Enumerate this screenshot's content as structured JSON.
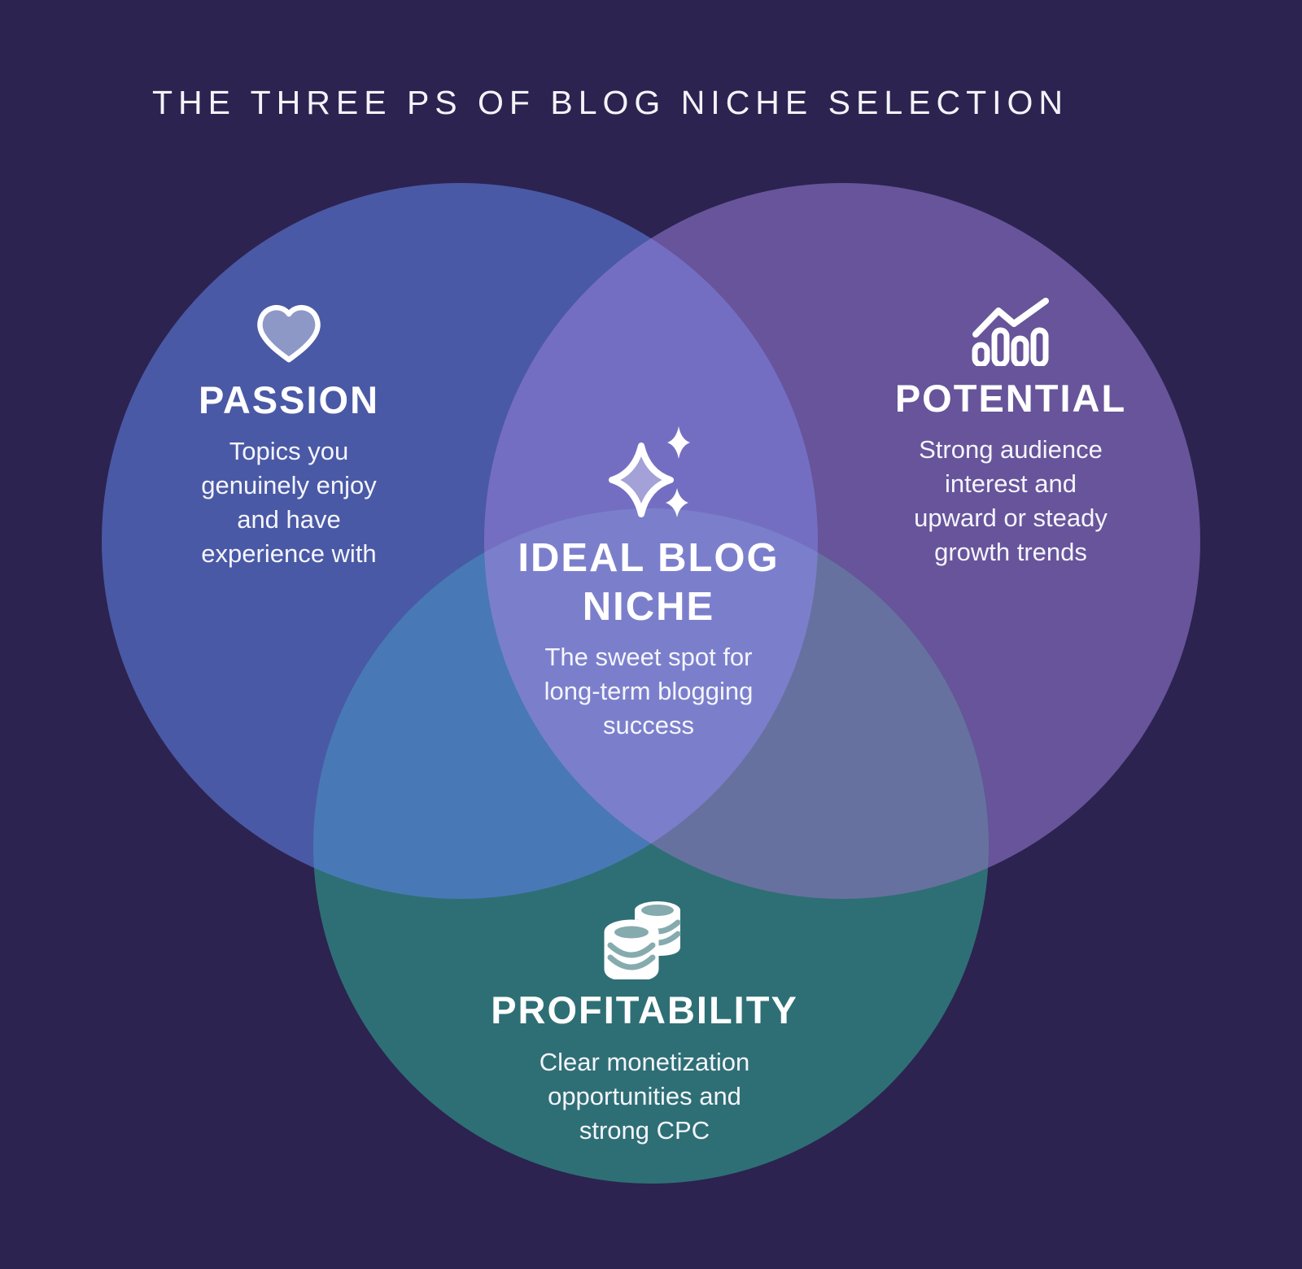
{
  "title": "THE THREE PS OF BLOG NICHE SELECTION",
  "colors": {
    "background": "#2C2350",
    "passion": "#4A59A5",
    "potential": "#67549A",
    "profitability": "#2E6F75",
    "passion_potential_overlap": "#746EC3",
    "passion_profitability_overlap": "#4879B6",
    "potential_profitability_overlap": "#67719F",
    "center_overlap": "#7B7FCB",
    "text": "#FFFFFF",
    "icon_accent_teal": "#86ABAE"
  },
  "circles": [
    {
      "id": "passion",
      "label": "PASSION",
      "description": "Topics you\ngenuinely enjoy\nand have\nexperience with",
      "icon": "heart-icon"
    },
    {
      "id": "potential",
      "label": "POTENTIAL",
      "description": "Strong audience\ninterest and\nupward or steady\ngrowth trends",
      "icon": "bar-chart-trend-icon"
    },
    {
      "id": "profitability",
      "label": "PROFITABILITY",
      "description": "Clear monetization\nopportunities and\nstrong CPC",
      "icon": "coin-stack-icon"
    }
  ],
  "center": {
    "label": "IDEAL BLOG\nNICHE",
    "description": "The sweet spot for\nlong-term blogging\nsuccess",
    "icon": "sparkles-icon"
  }
}
